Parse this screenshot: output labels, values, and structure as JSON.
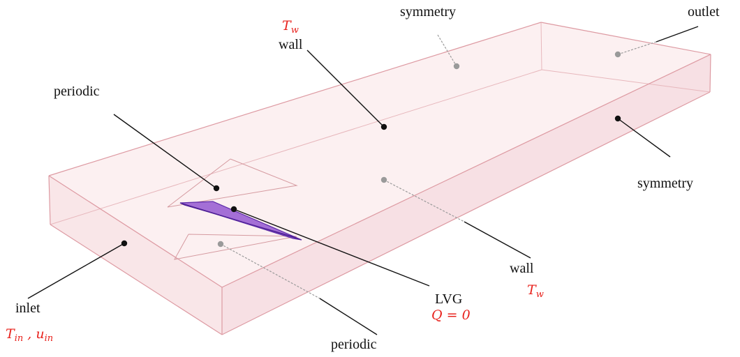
{
  "labels": {
    "symmetry_top": "symmetry",
    "outlet": "outlet",
    "tw_top": "T",
    "tw_top_sub": "w",
    "wall_top": "wall",
    "periodic_top": "periodic",
    "symmetry_right": "symmetry",
    "wall_bottom": "wall",
    "tw_bottom": "T",
    "tw_bottom_sub": "w",
    "lvg": "LVG",
    "q_zero": "Q = 0",
    "inlet": "inlet",
    "tin": "T",
    "tin_sub": "in",
    "sep": " , ",
    "uin": "u",
    "uin_sub": "in",
    "periodic_bottom": "periodic"
  },
  "colors": {
    "box_edge": "#e0a6ac",
    "box_fill": "#fbecee",
    "leader_dark": "#111111",
    "leader_hidden": "#9a9a9a",
    "lvg_fill": "#a46fd6",
    "lvg_edge": "#5c2aa8",
    "math_red": "#e8231e"
  }
}
